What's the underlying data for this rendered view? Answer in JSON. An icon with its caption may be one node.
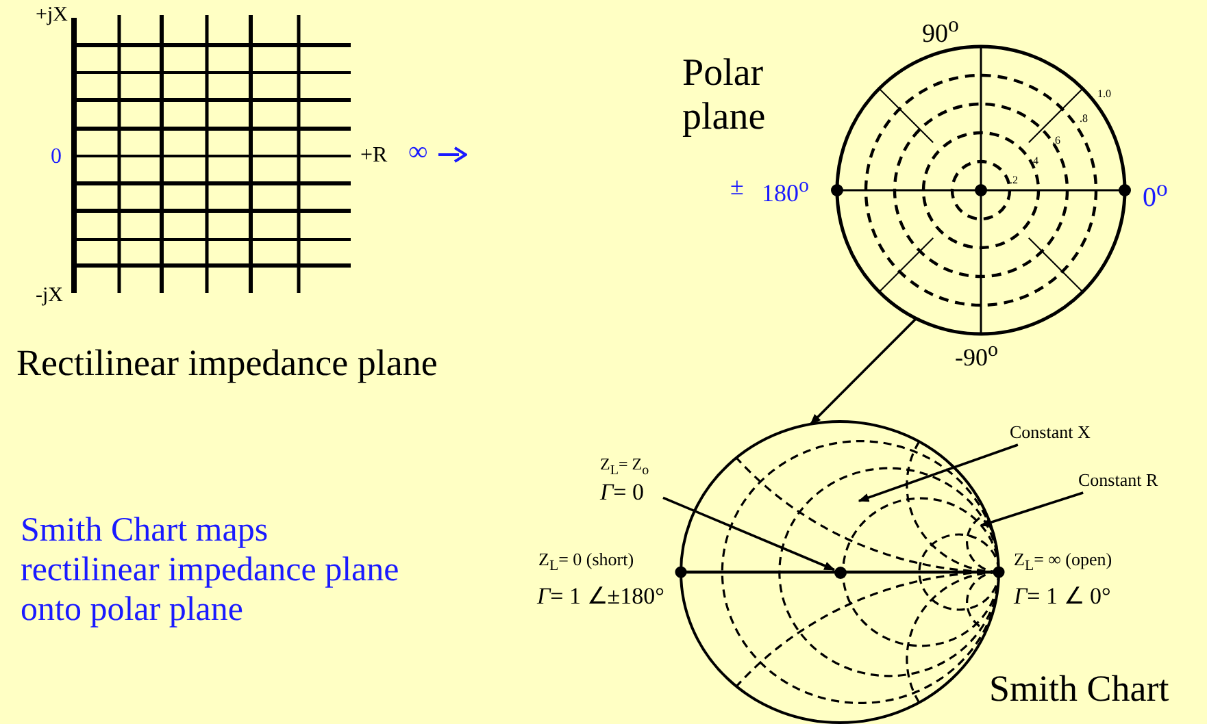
{
  "diagram": {
    "nodes": [
      {
        "text": [],
        "shape": "circle",
        "beside": [
          "Polar plane",
          "90$^{o}$",
          "±",
          "180$^{o}$",
          "0$^{o}$",
          "-90$^{o}$"
        ]
      },
      {
        "text": [],
        "shape": "circle",
        "beside": [
          "Smith Chart"
        ]
      },
      {
        "text": [
          "Z$_{L}$= Z$_{o}$",
          "*Γ*=  0"
        ]
      },
      {
        "text": [],
        "shape": "circle",
        "in": 1
      },
      {
        "text": [
          "Constant X"
        ]
      },
      {
        "text": [
          "Constant R"
        ]
      }
    ],
    "edges": [
      {
        "from": 0,
        "to": 1,
        "arrow": "to"
      },
      {
        "from": 2,
        "to": 3,
        "arrow": "to"
      },
      {
        "from": 4,
        "to": 1,
        "arrow": "to"
      },
      {
        "from": 5,
        "to": 1,
        "arrow": "to"
      }
    ],
    "labels": [
      "+jX",
      "0",
      "+R",
      "∞",
      "-jX",
      "Rectilinear impedance plane",
      "1.0",
      ".8",
      ".6",
      ".4",
      ".2",
      "Z$_{L}$= 0  (short)",
      "*Γ*= 1 ∠±180°",
      "Z$_{L}$= ∞  (open)",
      "*Γ*= 1 ∠ 0°",
      "Smith Chart maps rectilinear impedance plane onto polar plane"
    ]
  }
}
